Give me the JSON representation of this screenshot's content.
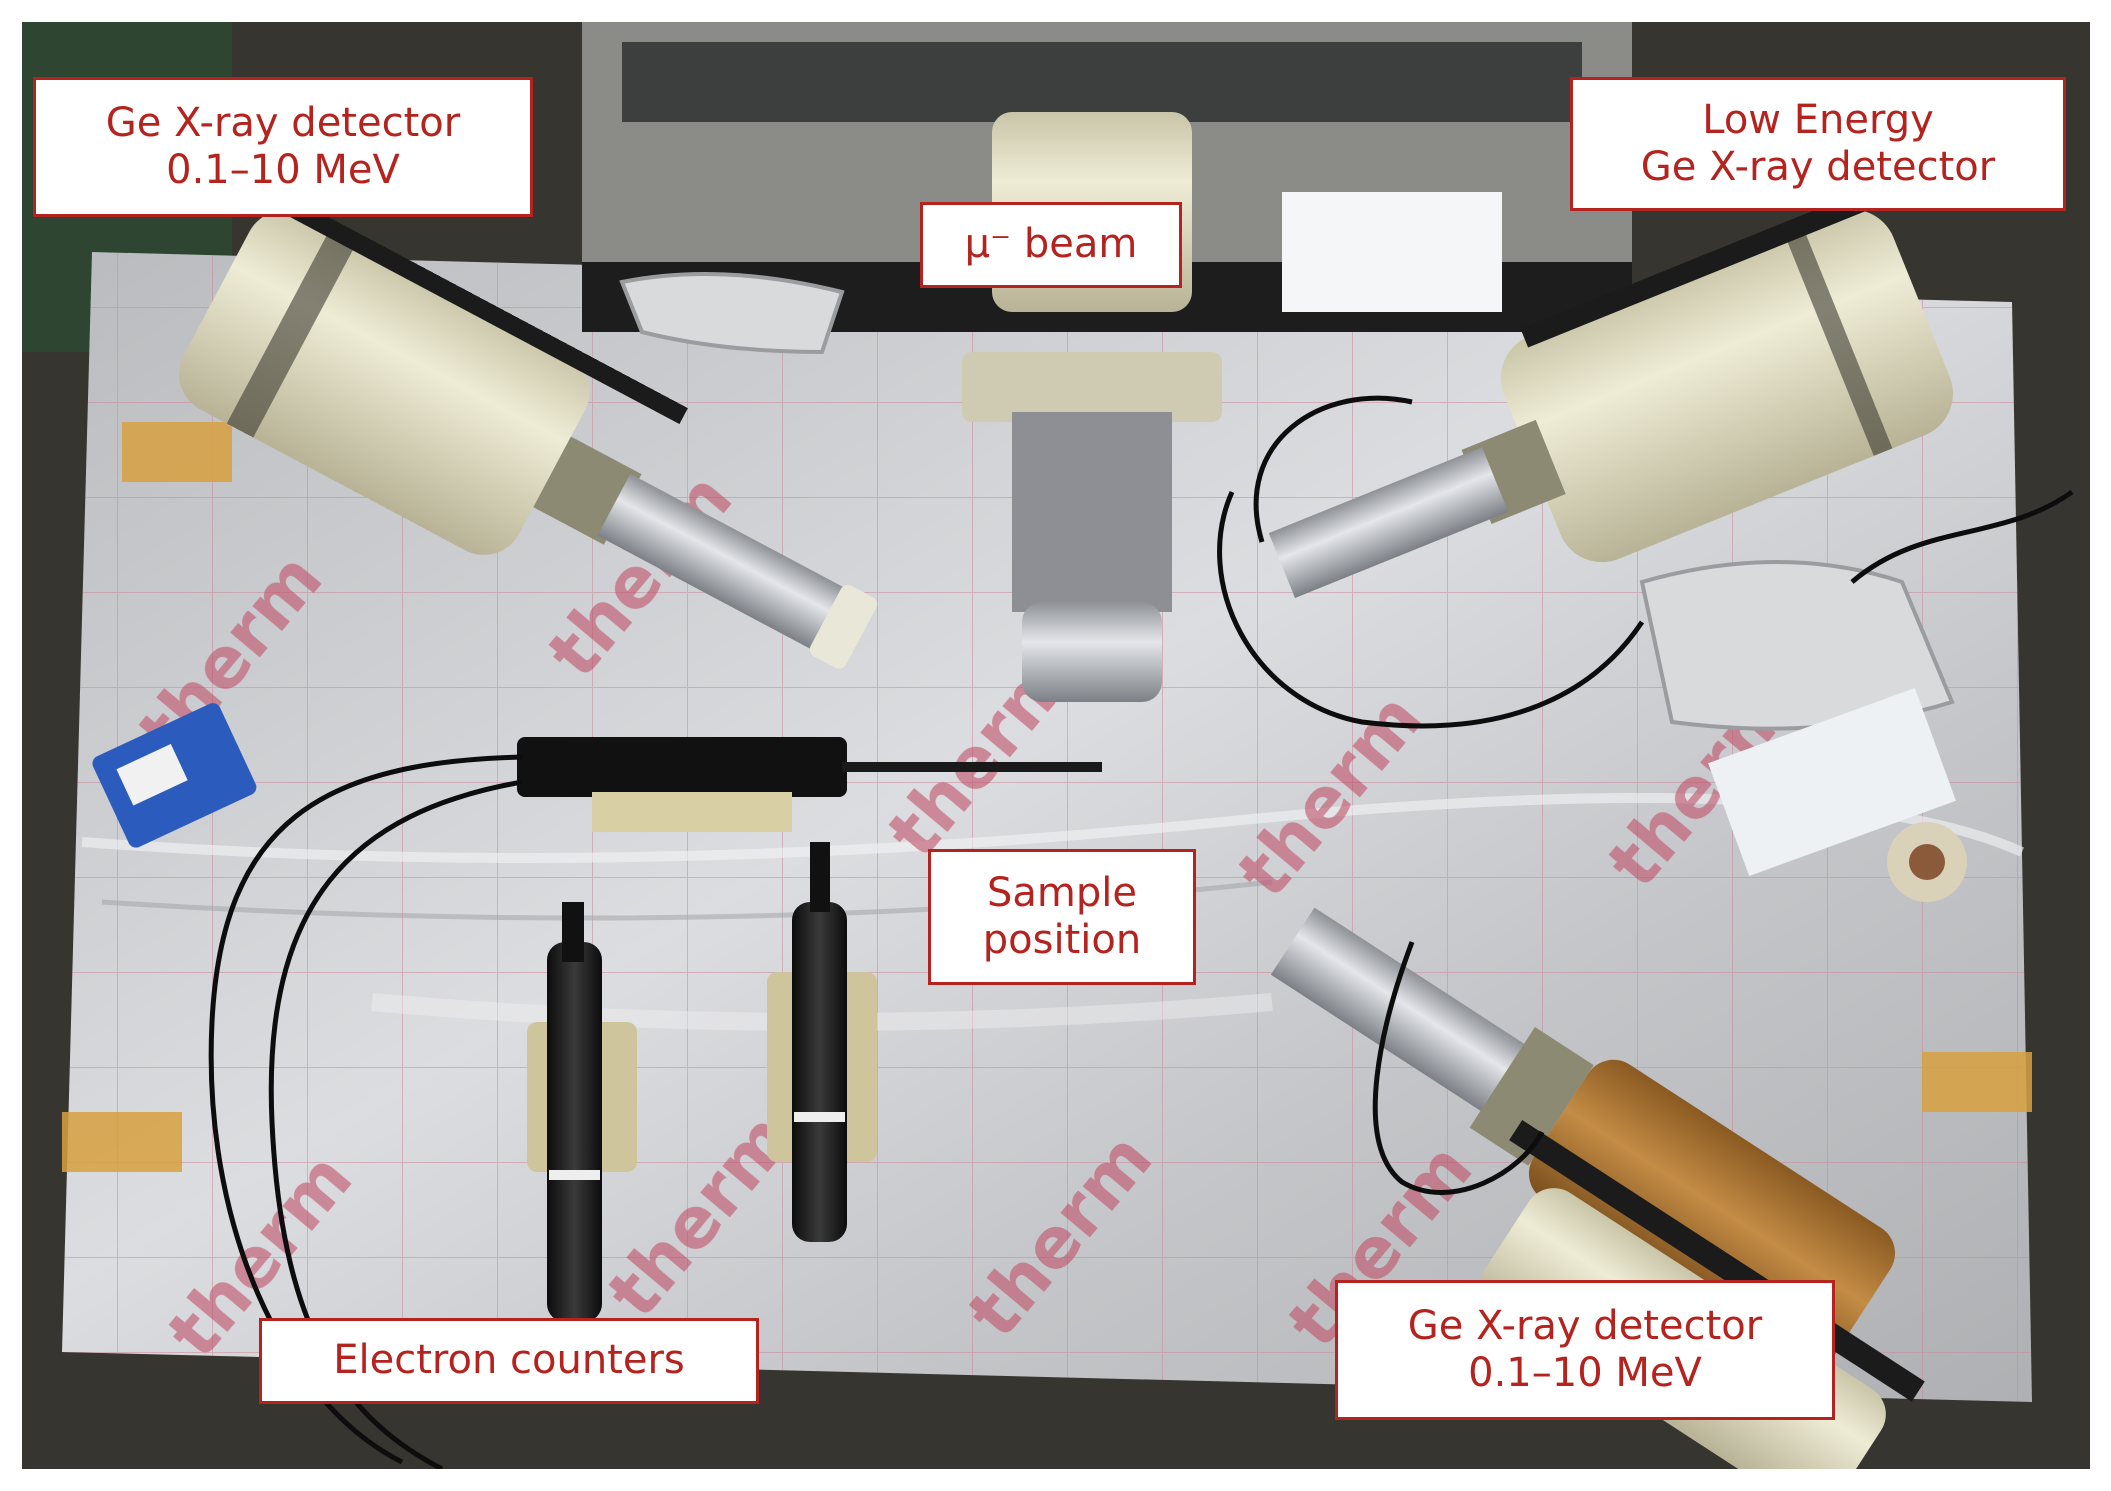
{
  "labels": {
    "top_left_detector": {
      "line1": "Ge X-ray detector",
      "line2": "0.1–10 MeV"
    },
    "beam": {
      "text": "μ⁻ beam"
    },
    "low_energy_detector": {
      "line1": "Low Energy",
      "line2": "Ge X-ray detector"
    },
    "sample_position": {
      "line1": "Sample",
      "line2": "position"
    },
    "bottom_right_detector": {
      "line1": "Ge X-ray detector",
      "line2": "0.1–10 MeV"
    },
    "electron_counters": {
      "text": "Electron counters"
    }
  },
  "colors": {
    "label_border": "#b5231f",
    "label_text": "#b5231f",
    "foil": "#c9cacc",
    "detector_body": "#e6e2c9"
  }
}
